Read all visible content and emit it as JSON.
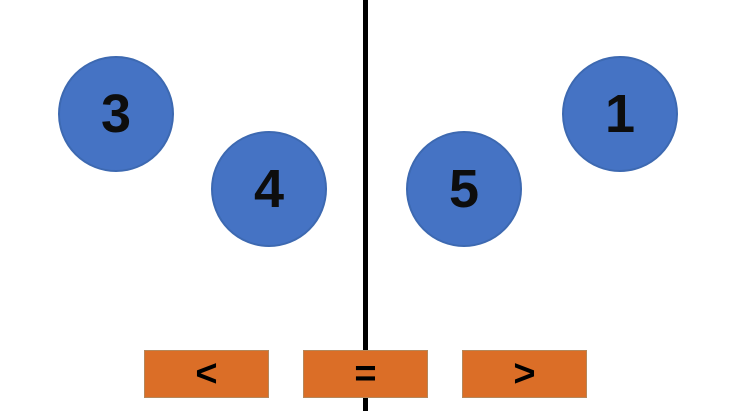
{
  "colors": {
    "background": "#FFFFFF",
    "divider": "#000000",
    "circle_fill": "#4573C4",
    "circle_border": "#3D69B1",
    "number_color": "#0D0D0D",
    "button_fill": "#DB6E27",
    "button_border": "#B5875A",
    "button_symbol_color": "#000000"
  },
  "circles": [
    {
      "value": "3",
      "side": "left"
    },
    {
      "value": "4",
      "side": "left"
    },
    {
      "value": "5",
      "side": "right"
    },
    {
      "value": "1",
      "side": "right"
    }
  ],
  "buttons": [
    {
      "id": "less-than",
      "label": "<"
    },
    {
      "id": "equals",
      "label": "="
    },
    {
      "id": "greater-than",
      "label": ">"
    }
  ]
}
